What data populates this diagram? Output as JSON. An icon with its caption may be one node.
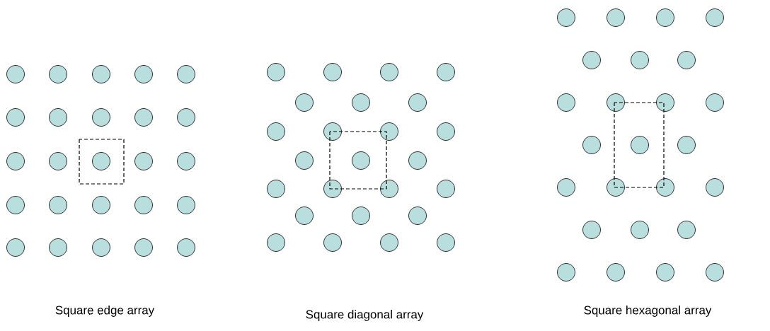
{
  "diagram": {
    "labels": [
      "Square edge array",
      "Square diagonal array",
      "Square hexagonal array"
    ]
  }
}
